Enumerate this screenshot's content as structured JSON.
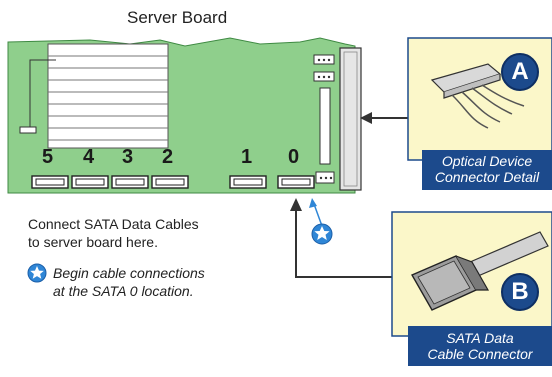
{
  "title": "Server Board",
  "ports": [
    "5",
    "4",
    "3",
    "2",
    "1",
    "0"
  ],
  "note": {
    "line1": "Connect SATA Data Cables",
    "line2": "to server board here."
  },
  "star_note": {
    "line1": "Begin cable connections",
    "line2": "at the SATA 0 location."
  },
  "detail_a": {
    "badge": "A",
    "caption_line1": "Optical Device",
    "caption_line2": "Connector Detail"
  },
  "detail_b": {
    "badge": "B",
    "caption_line1": "SATA Data",
    "caption_line2": "Cable Connector"
  },
  "colors": {
    "board_green": "#8fcf8c",
    "panel_yellow": "#fbf7c9",
    "caption_blue": "#1c4a8c",
    "star_blue": "#2f86d6"
  }
}
